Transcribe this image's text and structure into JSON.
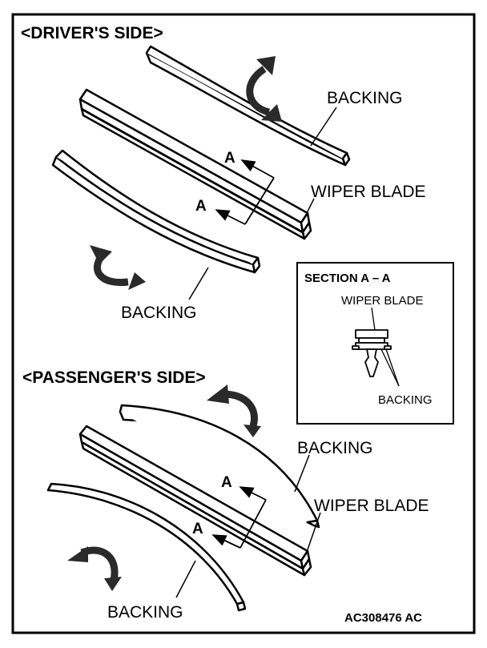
{
  "driver_heading": "<DRIVER'S SIDE>",
  "passenger_heading": "<PASSENGER'S SIDE>",
  "labels": {
    "backing": "BACKING",
    "wiper_blade": "WIPER BLADE",
    "section_marker": "A"
  },
  "section_box": {
    "title": "SECTION A – A",
    "wiper_blade": "WIPER BLADE",
    "backing": "BACKING"
  },
  "figure_id": "AC308476 AC",
  "colors": {
    "line": "#000000",
    "background": "#ffffff",
    "arrow_fill": "#2a2a2a"
  },
  "icons": [
    "rotate-arrow-icon",
    "section-arrow-icon"
  ]
}
